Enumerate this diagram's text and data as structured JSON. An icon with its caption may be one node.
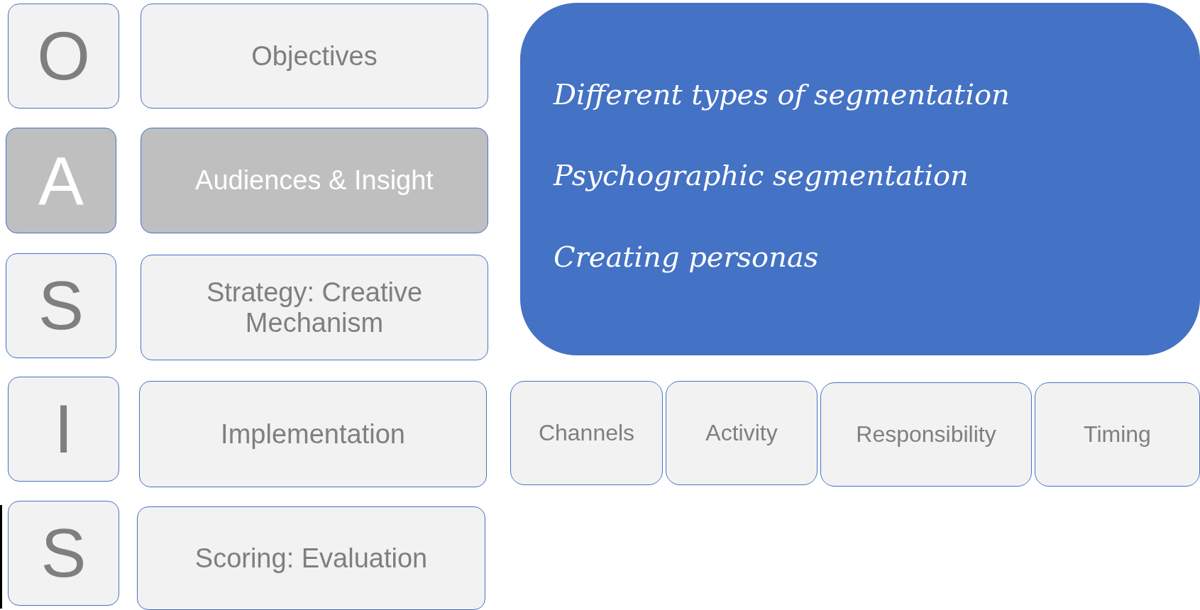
{
  "diagram": {
    "nodes": [
      {
        "text": [
          "O"
        ]
      },
      {
        "text": [
          "Objectives"
        ]
      },
      {
        "text": [
          "A"
        ]
      },
      {
        "text": [
          "Audiences & Insight"
        ]
      },
      {
        "text": [
          "S"
        ]
      },
      {
        "text": [
          "Strategy: Creative Mechanism"
        ]
      },
      {
        "text": [
          "I"
        ]
      },
      {
        "text": [
          "Implementation"
        ]
      },
      {
        "text": [
          "S"
        ]
      },
      {
        "text": [
          "Scoring: Evaluation"
        ]
      },
      {
        "text": [
          "Different types of segmentation",
          "Psychographic segmentation",
          "Creating personas"
        ]
      },
      {
        "text": [
          "Channels"
        ]
      },
      {
        "text": [
          "Activity"
        ]
      },
      {
        "text": [
          "Responsibility"
        ]
      },
      {
        "text": [
          "Timing"
        ]
      }
    ]
  }
}
